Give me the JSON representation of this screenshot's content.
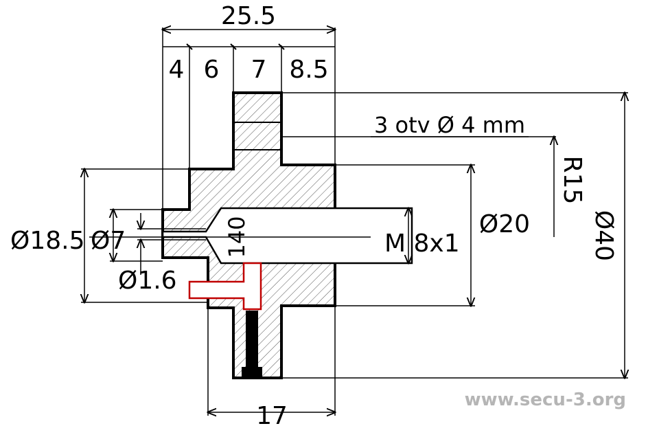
{
  "dimensions": {
    "overall_length": "25.5",
    "step_1": "4",
    "step_2": "6",
    "step_3": "7",
    "step_4": "8.5",
    "holes_note": "3 otv Ø 4 mm",
    "radius": "R15",
    "outer_diameter": "Ø40",
    "hub_diameter": "Ø20",
    "shoulder_diameter": "Ø18.5",
    "pin_diameter": "Ø7",
    "small_hole": "Ø1.6",
    "thread": "M 8x1",
    "cone_angle": "140",
    "bottom_length": "17"
  },
  "watermark": "www.secu-3.org"
}
